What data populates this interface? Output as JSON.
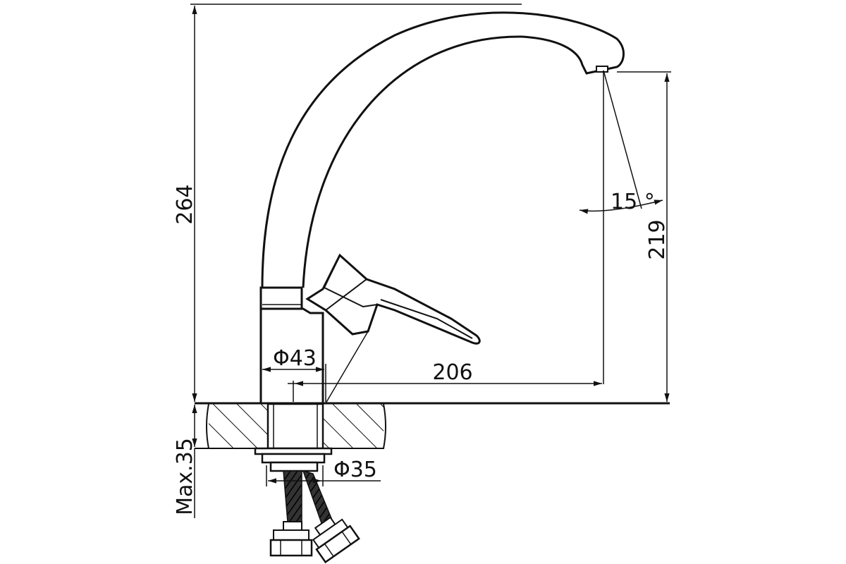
{
  "figure": {
    "colors": {
      "ink": "#111111",
      "background": "#ffffff"
    },
    "dimensions": {
      "total_height": "264",
      "spout_height": "219",
      "spout_angle": "15 °",
      "spout_reach": "206",
      "body_diameter": "Φ43",
      "nut_diameter": "Φ35",
      "max_countertop": "Max.35"
    }
  }
}
